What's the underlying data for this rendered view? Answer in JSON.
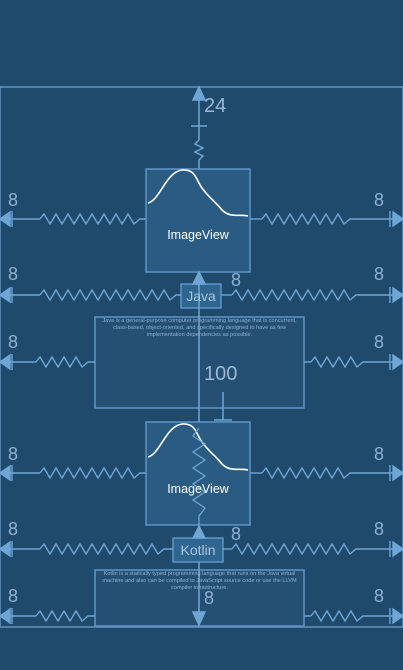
{
  "constraints": {
    "top_margin": "24",
    "side_margin": "8",
    "center_margin": "100",
    "bottom_margin": "8"
  },
  "views": {
    "image_view_1": "ImageView",
    "java_label": "Java",
    "java_text": "Java is a general-purpose computer programming language that is concurrent, class-based, object-oriented, and specifically designed to have as few implementation dependencies as possible.",
    "image_view_2": "ImageView",
    "kotlin_label": "Kotlin",
    "kotlin_text": "Kotlin is a statically typed programming language that runs on the Java virtual machine and also can be compiled to JavaScript source code or use the LLVM compiler infrastructure."
  },
  "colors": {
    "background": "#1f4a6c",
    "outline": "#5f95c6",
    "spring": "#6fa6d6"
  }
}
